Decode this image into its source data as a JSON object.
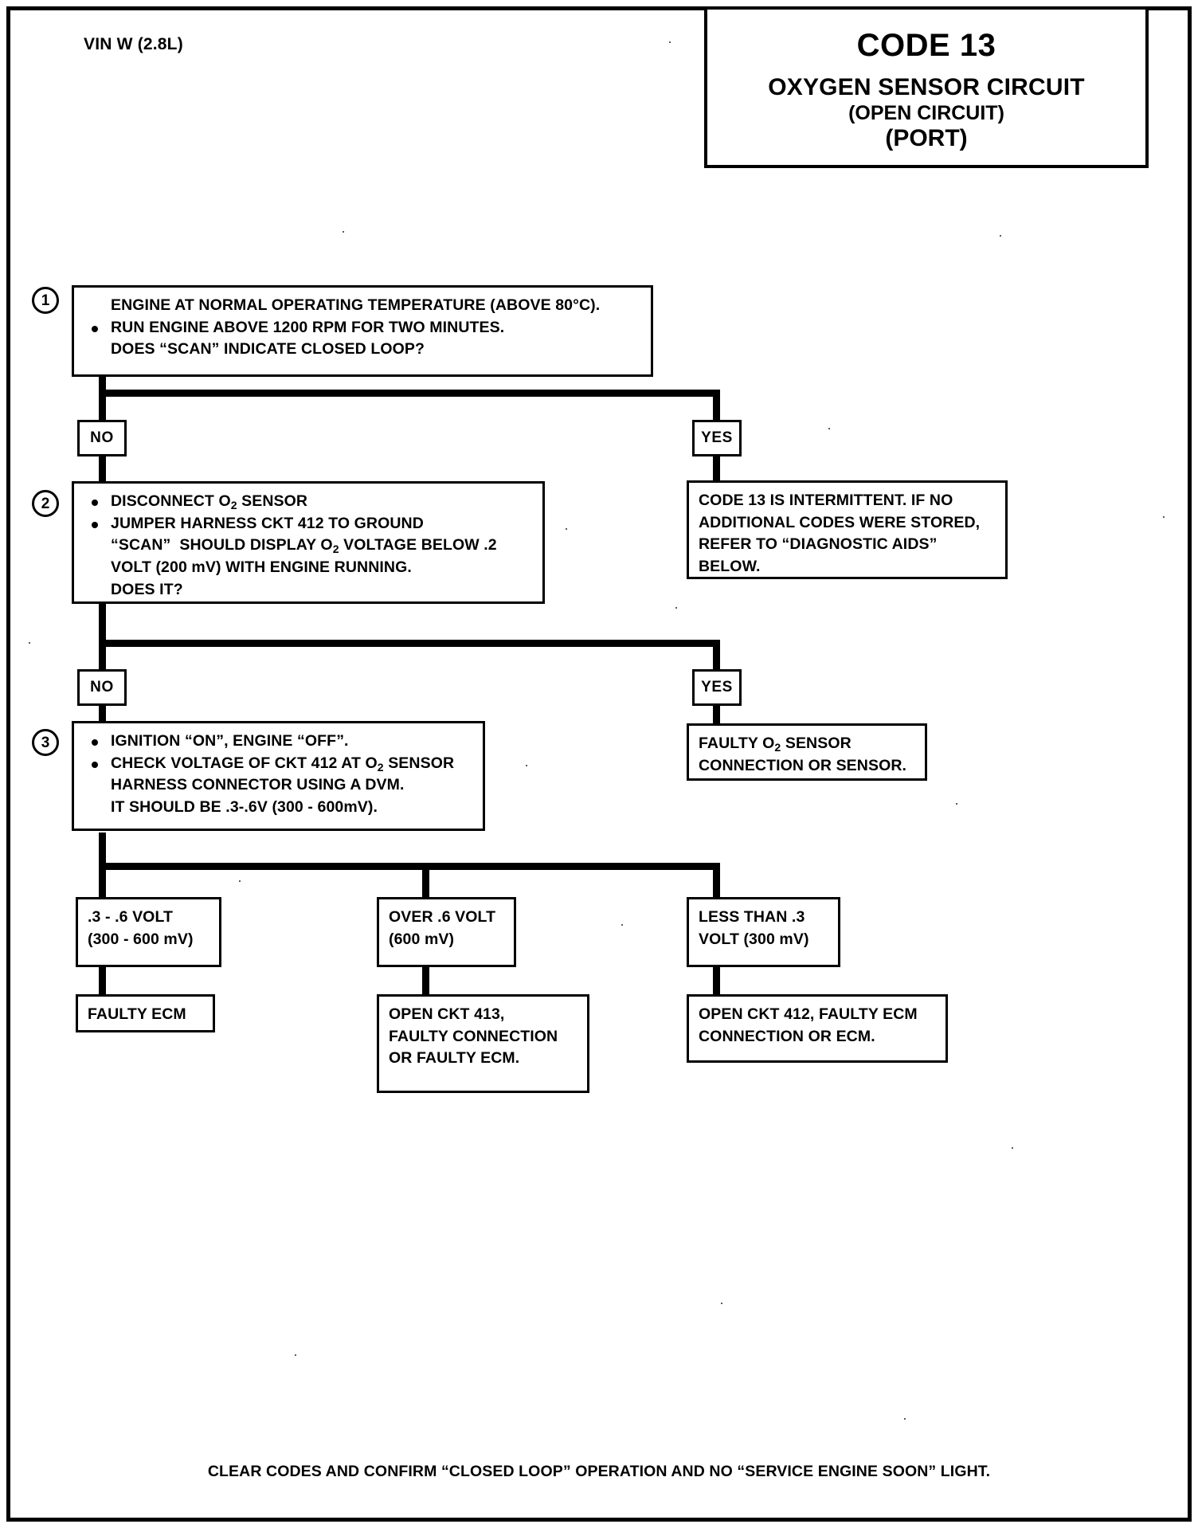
{
  "header": {
    "vin": "VIN W (2.8L)",
    "code": "CODE 13",
    "circuit": "OXYGEN SENSOR CIRCUIT",
    "open_circuit": "(OPEN CIRCUIT)",
    "port": "(PORT)"
  },
  "steps": {
    "one": {
      "number": "1",
      "lines": [
        "ENGINE AT NORMAL OPERATING TEMPERATURE (ABOVE 80°C).",
        "RUN ENGINE ABOVE 1200 RPM FOR TWO MINUTES.",
        "DOES “SCAN” INDICATE CLOSED LOOP?"
      ]
    },
    "two": {
      "number": "2",
      "line1": "DISCONNECT O₂ SENSOR",
      "line2": "JUMPER HARNESS CKT 412 TO GROUND",
      "line3": "“SCAN”  SHOULD DISPLAY O₂ VOLTAGE BELOW .2",
      "line4": "VOLT  (200 mV) WITH ENGINE RUNNING.",
      "line5": "DOES IT?"
    },
    "three": {
      "number": "3",
      "line1": "IGNITION “ON”,  ENGINE  “OFF”.",
      "line2": "CHECK VOLTAGE OF CKT 412 AT O₂ SENSOR",
      "line3": "HARNESS CONNECTOR USING A DVM.",
      "line4": "IT SHOULD BE .3-.6V (300 - 600mV)."
    }
  },
  "branches": {
    "no1": "NO",
    "yes1": "YES",
    "no2": "NO",
    "yes2": "YES"
  },
  "results": {
    "intermittent": {
      "lines": [
        "CODE 13 IS INTERMITTENT.  IF NO",
        "ADDITIONAL CODES WERE STORED,",
        "REFER TO  “DIAGNOSTIC AIDS”",
        " BELOW."
      ]
    },
    "faulty_sensor": {
      "line1": "FAULTY O₂ SENSOR",
      "line2": "CONNECTION OR SENSOR."
    },
    "volt_in_range": {
      "line1": ".3 - .6 VOLT",
      "line2": "(300 - 600 mV)"
    },
    "volt_over": {
      "line1": "OVER  .6  VOLT",
      "line2": "(600 mV)"
    },
    "volt_under": {
      "line1": "LESS THAN .3",
      "line2": "VOLT (300 mV)"
    },
    "faulty_ecm": {
      "line1": "FAULTY ECM"
    },
    "open_413": {
      "lines": [
        "OPEN CKT 413,",
        "FAULTY CONNECTION",
        "OR FAULTY ECM."
      ]
    },
    "open_412": {
      "lines": [
        "OPEN CKT 412, FAULTY ECM",
        "CONNECTION OR ECM."
      ]
    }
  },
  "footer": {
    "note": "CLEAR CODES AND CONFIRM “CLOSED LOOP”  OPERATION AND NO “SERVICE ENGINE SOON” LIGHT."
  }
}
